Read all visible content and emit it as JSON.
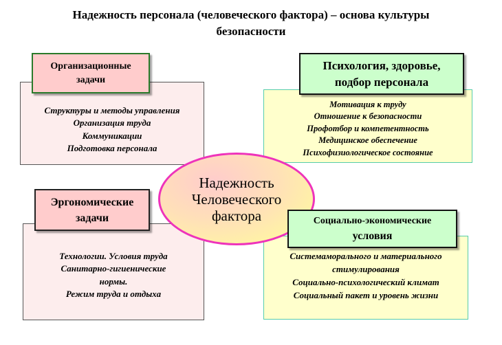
{
  "title": [
    "Надежность персонала (человеческого фактора) – основа культуры",
    "безопасности"
  ],
  "center": [
    "Надежность",
    "Человеческого",
    "фактора"
  ],
  "org": {
    "header": [
      "Организационные",
      "задачи"
    ],
    "items": [
      "Структуры и методы управления",
      "Организация труда",
      "Коммуникации",
      "Подготовка персонала"
    ]
  },
  "psych": {
    "header": [
      "Психология, здоровье,",
      "подбор персонала"
    ],
    "items": [
      "Мотивация к труду",
      "Отношение к безопасности",
      "Профотбор и компетентность",
      "Медицинское обеспечение",
      "Психофизиологическое состояние"
    ]
  },
  "ergo": {
    "header": [
      "Эргономические",
      "задачи"
    ],
    "items": [
      "Технологии. Условия труда",
      "Санитарно-гигиенические",
      "нормы.",
      "Режим труда и отдыха"
    ]
  },
  "social": {
    "header": [
      "Социально-экономические",
      "условия"
    ],
    "items": [
      "Системаморального и материального",
      "стимулирования",
      "Социально-психологический климат",
      "Социальный пакет и уровень жизни"
    ]
  }
}
